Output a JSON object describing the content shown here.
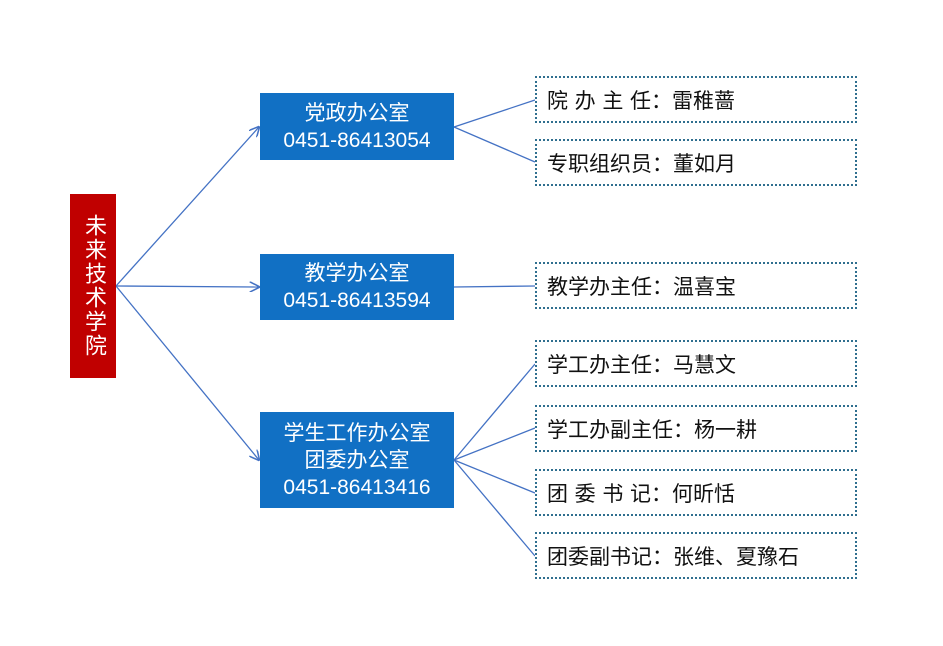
{
  "root": {
    "label": "未来技术学院",
    "color": "#c00000"
  },
  "offices": [
    {
      "name_lines": [
        "党政办公室"
      ],
      "phone": "0451-86413054",
      "color": "#1170c4",
      "staff": [
        "院 办 主 任：雷稚蔷",
        "专职组织员：董如月"
      ]
    },
    {
      "name_lines": [
        "教学办公室"
      ],
      "phone": "0451-86413594",
      "color": "#1170c4",
      "staff": [
        "教学办主任：温喜宝"
      ]
    },
    {
      "name_lines": [
        "学生工作办公室",
        "团委办公室"
      ],
      "phone": "0451-86413416",
      "color": "#1170c4",
      "staff": [
        "学工办主任：马慧文",
        "学工办副主任：杨一耕",
        "团 委 书 记：何昕恬",
        "团委副书记：张维、夏豫石"
      ]
    }
  ],
  "connector_color": "#4472c4",
  "staff_border_color": "#2f6f8f"
}
